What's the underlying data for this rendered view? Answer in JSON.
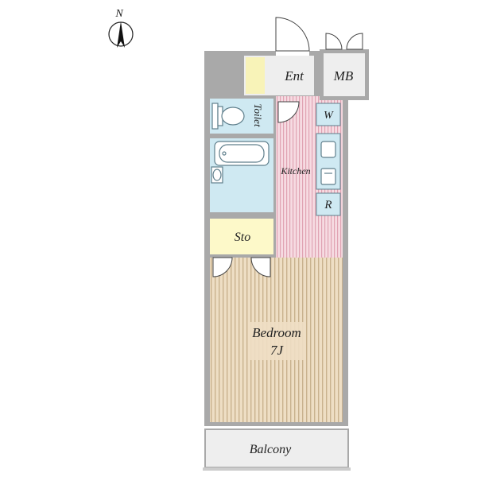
{
  "compass": {
    "label": "N",
    "icon": "north-arrow-icon"
  },
  "rooms": {
    "entrance": "Ent",
    "meter_box": "MB",
    "toilet": "Toilet",
    "washer": "W",
    "kitchen": "Kitchen",
    "refrigerator": "R",
    "storage": "Sto",
    "bedroom": "Bedroom",
    "bedroom_size": "7J",
    "balcony": "Balcony"
  },
  "colors": {
    "wall": "#a9a9a9",
    "kitchen": "#f6dbe2",
    "kitchen_stripe": "#e0a3b3",
    "bedroom": "#eedec4",
    "bedroom_stripe": "#c9b28e",
    "wet_area": "#cfe9f2",
    "storage": "#fdf9c9",
    "entrance_step": "#f8f3b8",
    "balcony": "#eeeeee",
    "fixture_stroke": "#5f7f8c"
  }
}
